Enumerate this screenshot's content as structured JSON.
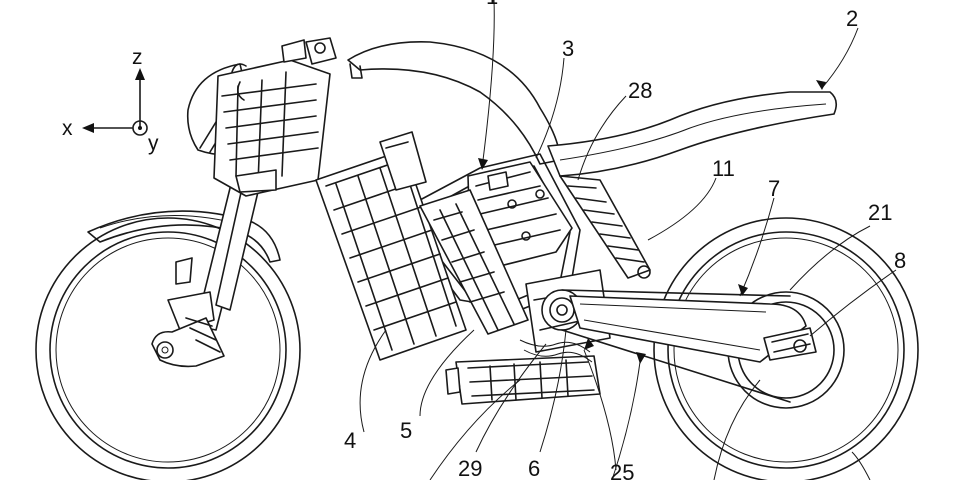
{
  "figure": {
    "axes": {
      "x": "x",
      "y": "y",
      "z": "z"
    },
    "labels": {
      "frame": "1",
      "seat": "2",
      "controller": "3",
      "battery": "4",
      "motor_mount": "5",
      "motor": "6",
      "swingarm": "7",
      "rear_hub": "8",
      "shock": "11",
      "belt": "21",
      "chain_guard": "25",
      "upper_link": "28",
      "charger": "29"
    }
  }
}
